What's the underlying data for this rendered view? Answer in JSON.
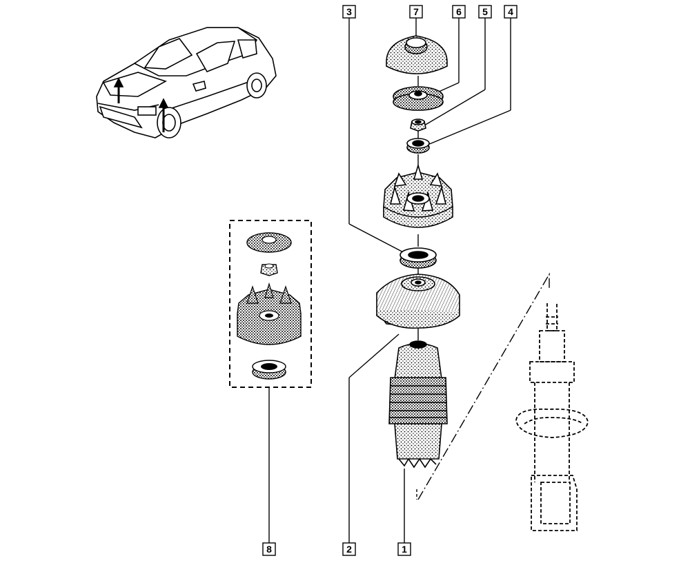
{
  "callouts": {
    "c1": "1",
    "c2": "2",
    "c3": "3",
    "c4": "4",
    "c5": "5",
    "c6": "6",
    "c7": "7",
    "c8": "8"
  },
  "icons": {
    "car": "car-icon",
    "strut": "strut-icon",
    "kit": "repair-kit-icon"
  },
  "colors": {
    "ink": "#000000",
    "paper": "#ffffff",
    "shade": "#bdbdbd"
  }
}
